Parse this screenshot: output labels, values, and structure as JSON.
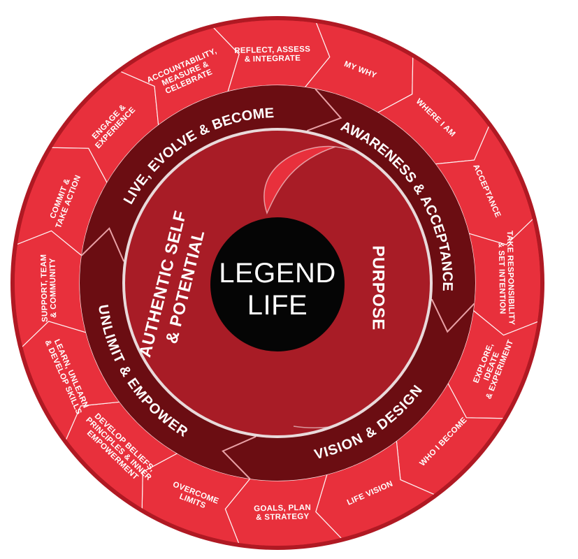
{
  "center": {
    "line1": "LEGEND",
    "line2": "LIFE"
  },
  "inner": {
    "left": [
      "AUTHENTIC SELF",
      "& POTENTIAL"
    ],
    "right": "PURPOSE"
  },
  "ring": [
    "AWARENESS & ACCEPTANCE",
    "VISION & DESIGN",
    "UNLIMIT & EMPOWER",
    "LIVE, EVOLVE & BECOME"
  ],
  "outer": [
    [
      "MY WHY"
    ],
    [
      "WHERE I AM"
    ],
    [
      "ACCEPTANCE"
    ],
    [
      "TAKE RESPONSIBILITY",
      "& SET INTENTION"
    ],
    [
      "EXPLORE,",
      "IDEATE",
      "& EXPERIMENT"
    ],
    [
      "WHO I BECOME"
    ],
    [
      "LIFE VISION"
    ],
    [
      "GOALS, PLAN",
      "& STRATEGY"
    ],
    [
      "OVERCOME",
      "LIMITS"
    ],
    [
      "DEVELOP BELIEFS,",
      "PRINCIPLES & INNER",
      "EMPOWERMENT"
    ],
    [
      "LEARN, UNLEARN",
      "& DEVELOP SKILLS"
    ],
    [
      "SUPPORT, TEAM",
      "& COMMUNITY"
    ],
    [
      "COMMIT &",
      "TAKE ACTION"
    ],
    [
      "ENGAGE &",
      "EXPERIENCE"
    ],
    [
      "ACCOUNTABILITY,",
      "MEASURE &",
      "CELEBRATE"
    ],
    [
      "REFLECT, ASSESS",
      "& INTEGRATE"
    ]
  ],
  "colors": {
    "outer_red": "#e8303c",
    "outer_border": "#b01923",
    "ring_dark": "#6b0d12",
    "inner_dark": "#a81c26",
    "inner_light": "#e8303c",
    "center": "#050505",
    "text": "#ffffff"
  }
}
